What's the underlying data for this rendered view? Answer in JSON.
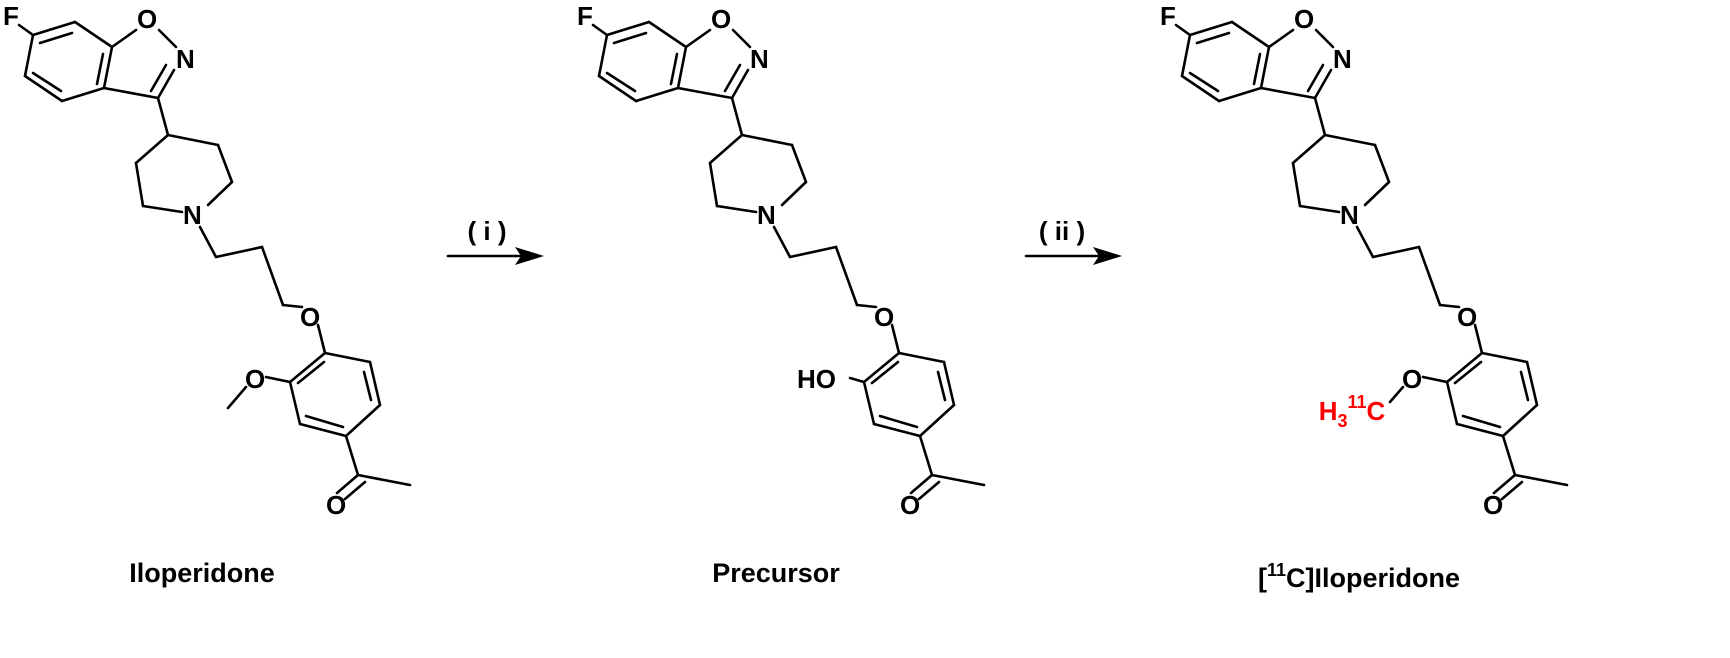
{
  "compounds": [
    {
      "name": "Iloperidone",
      "atoms": {
        "fluorine": "F",
        "ring_oxygen": "O",
        "ring_nitrogen": "N",
        "piperidine_nitrogen": "N",
        "ether_oxygen": "O",
        "methoxy_oxygen": "O",
        "ketone_oxygen": "O"
      }
    },
    {
      "name": "Precursor",
      "atoms": {
        "fluorine": "F",
        "ring_oxygen": "O",
        "ring_nitrogen": "N",
        "piperidine_nitrogen": "N",
        "ether_oxygen": "O",
        "hydroxyl": "HO",
        "ketone_oxygen": "O"
      }
    },
    {
      "name_prefix": "[",
      "name_isotope": "11",
      "name_rest": "C]Iloperidone",
      "atoms": {
        "fluorine": "F",
        "ring_oxygen": "O",
        "ring_nitrogen": "N",
        "piperidine_nitrogen": "N",
        "ether_oxygen": "O",
        "methoxy_oxygen": "O",
        "ketone_oxygen": "O"
      },
      "label_methyl": {
        "h": "H",
        "h_count": "3",
        "isotope": "11",
        "element": "C",
        "color": "#ff0000"
      }
    }
  ],
  "steps": [
    {
      "label": "( i )"
    },
    {
      "label": "( ii )"
    }
  ]
}
